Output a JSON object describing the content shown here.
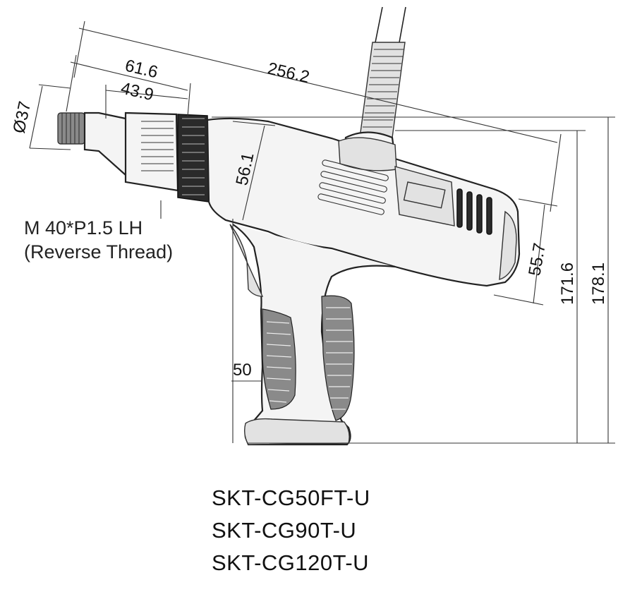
{
  "dimensions": {
    "overall_length": "256.2",
    "front_length": "61.6",
    "nose_length": "43.9",
    "diameter": "Ø37",
    "body_height": "56.1",
    "rear_height": "55.7",
    "height_to_top": "171.6",
    "overall_height": "178.1",
    "grip_width": "50"
  },
  "thread_note": {
    "line1": "M 40*P1.5 LH",
    "line2": "(Reverse Thread)"
  },
  "models": [
    "SKT-CG50FT-U",
    "SKT-CG90T-U",
    "SKT-CG120T-U"
  ]
}
